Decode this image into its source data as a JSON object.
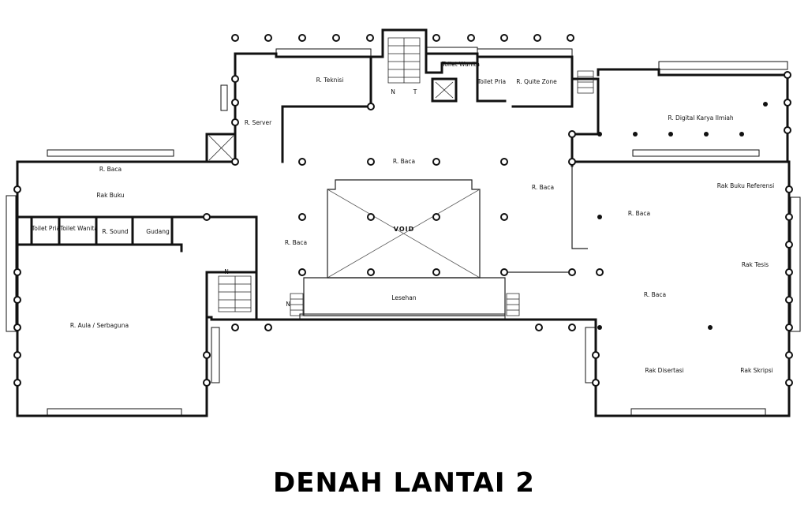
{
  "title": "DENAH LANTAI 2",
  "rooms": {
    "teknisi": "R. Teknisi",
    "server": "R. Server",
    "toilet_wanita_top": "Toilet Wanita",
    "toilet_pria_top": "Toilet Pria",
    "quite_zone": "R. Quite Zone",
    "digital": "R. Digital Karya Ilmiah",
    "baca_left": "R. Baca",
    "rak_buku": "Rak Buku",
    "toilet_pria_left": "Toilet Pria",
    "toilet_wanita_left": "Toilet Wanita",
    "sound": "R. Sound",
    "gudang": "Gudang",
    "aula": "R. Aula / Serbaguna",
    "baca_center_top": "R. Baca",
    "baca_center_left": "R. Baca",
    "baca_center_right": "R. Baca",
    "void": "VOID",
    "lesehan": "Lesehan",
    "rak_referensi": "Rak Buku Referensi",
    "baca_right_top": "R. Baca",
    "rak_tesis": "Rak Tesis",
    "baca_right_mid": "R. Baca",
    "rak_disertasi": "Rak Disertasi",
    "rak_skripsi": "Rak Skripsi"
  },
  "marks": {
    "stair_n": "N",
    "stair_t": "T",
    "stair_n2": "N",
    "lesehan_n": "N"
  }
}
